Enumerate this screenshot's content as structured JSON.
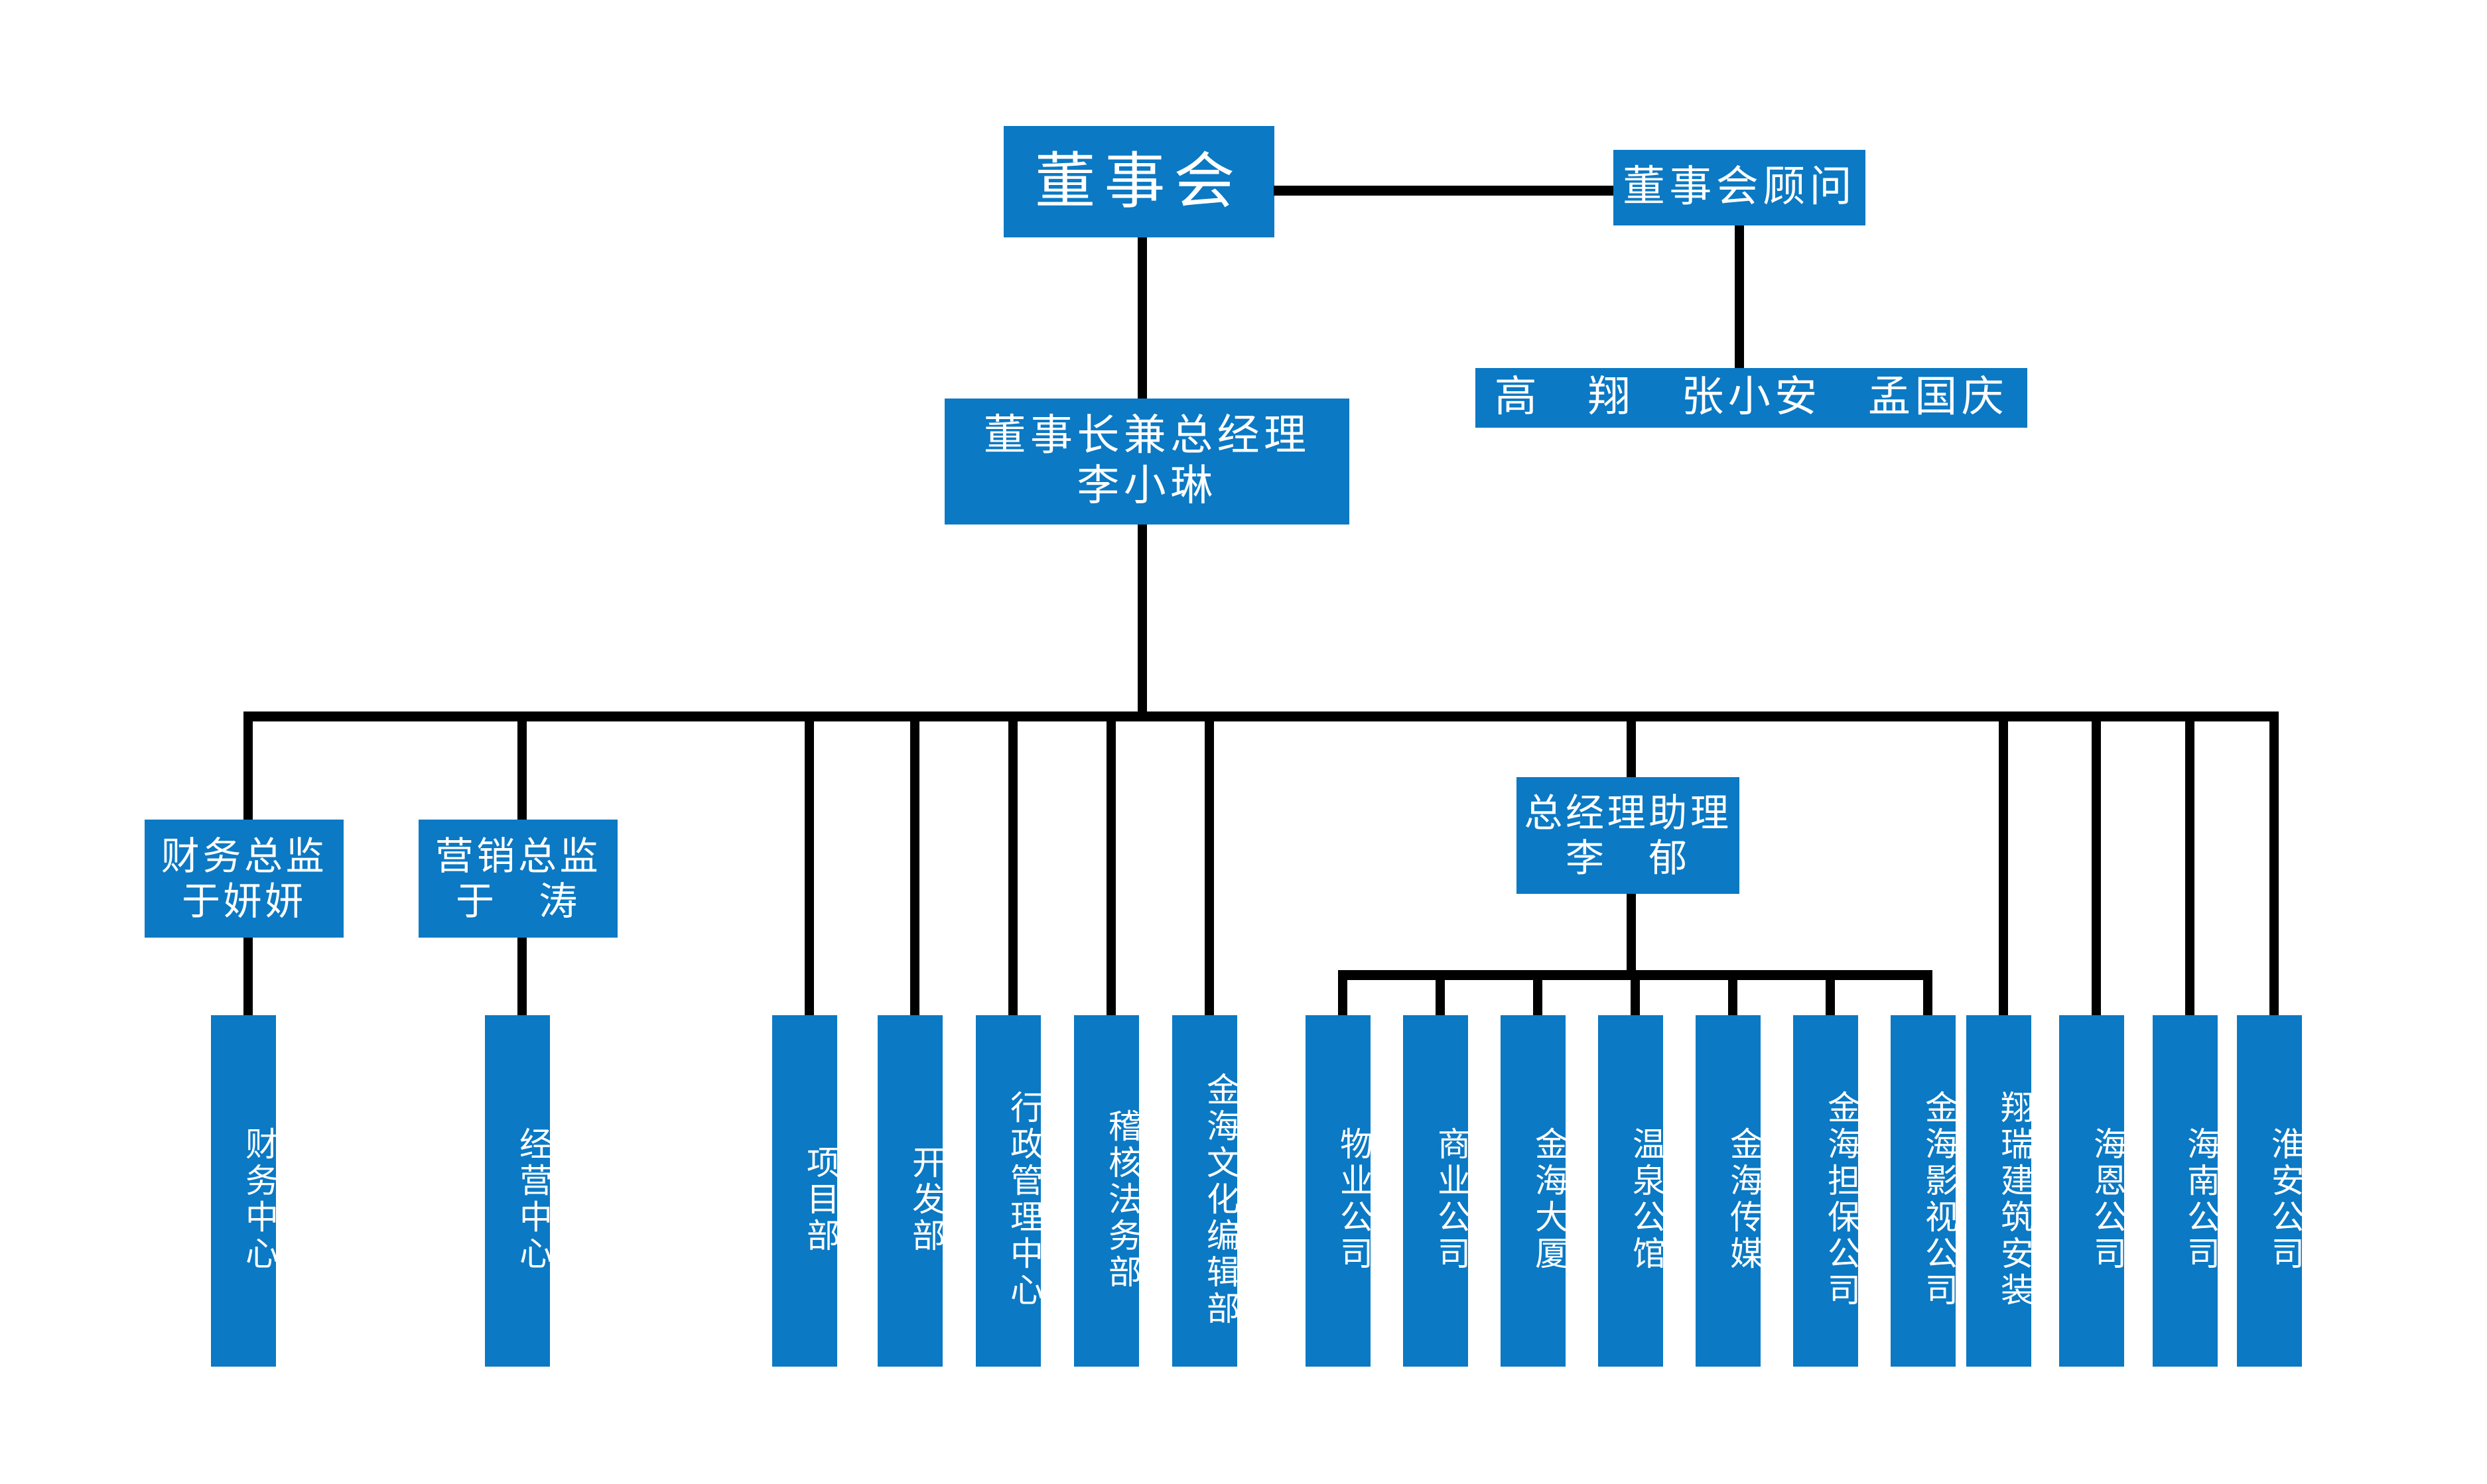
{
  "meta": {
    "title": "公司组织架构图",
    "accent_color": "#0B79C4",
    "line_color": "#000000",
    "text_color": "#FFFFFF",
    "background_color": "#FFFFFF"
  },
  "board": {
    "label": "董事会"
  },
  "board_advisor": {
    "label": "董事会顾问"
  },
  "advisor_names": {
    "label": "高　翔　张小安　孟国庆"
  },
  "chairman": {
    "title": "董事长兼总经理",
    "name": "李小琳"
  },
  "directors": [
    {
      "title": "财务总监",
      "name": "于妍妍",
      "child": "财务中心"
    },
    {
      "title": "营销总监",
      "name": "于　涛",
      "child": "经营中心"
    }
  ],
  "departments": [
    {
      "label": "项目部"
    },
    {
      "label": "开发部"
    },
    {
      "label": "行政管理中心"
    },
    {
      "label": "稽核法务部"
    },
    {
      "label": "金海文化编辑部"
    }
  ],
  "gm_assistant": {
    "title": "总经理助理",
    "name": "李　郁"
  },
  "assistant_units": [
    {
      "label": "物业公司"
    },
    {
      "label": "商业公司"
    },
    {
      "label": "金海大厦"
    },
    {
      "label": "温泉公馆"
    },
    {
      "label": "金海传媒"
    },
    {
      "label": "金海担保公司"
    },
    {
      "label": "金海影视公司"
    }
  ],
  "subsidiaries": [
    {
      "label": "翔瑞建筑安装"
    },
    {
      "label": "海恩公司"
    },
    {
      "label": "海南公司"
    },
    {
      "label": "淮安公司"
    }
  ]
}
